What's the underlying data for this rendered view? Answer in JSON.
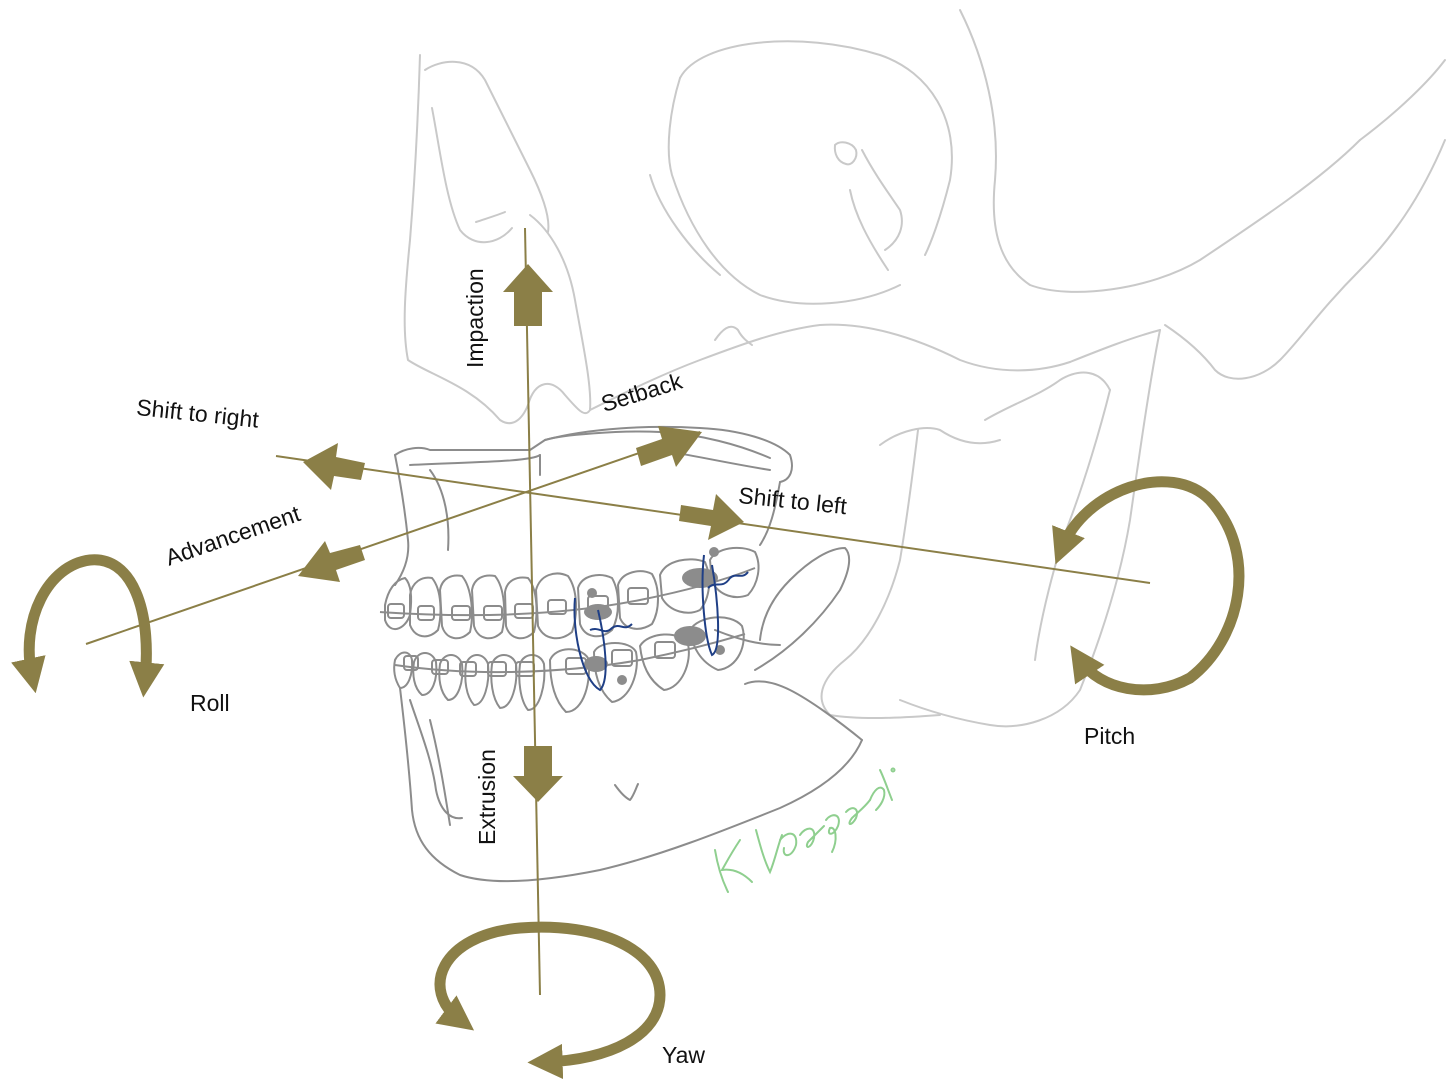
{
  "diagram": {
    "axis_color": "#8b7f47",
    "skull_stroke": "#c9c9c9",
    "mandible_stroke": "#8c8c8c",
    "wire_color": "#1f3f86",
    "signature_color": "#8fcf8f",
    "labels": {
      "impaction": "Impaction",
      "extrusion": "Extrusion",
      "setback": "Setback",
      "advancement": "Advancement",
      "shift_right": "Shift to right",
      "shift_left": "Shift to left",
      "roll": "Roll",
      "pitch": "Pitch",
      "yaw": "Yaw"
    },
    "signature": "Kawaguchi"
  }
}
